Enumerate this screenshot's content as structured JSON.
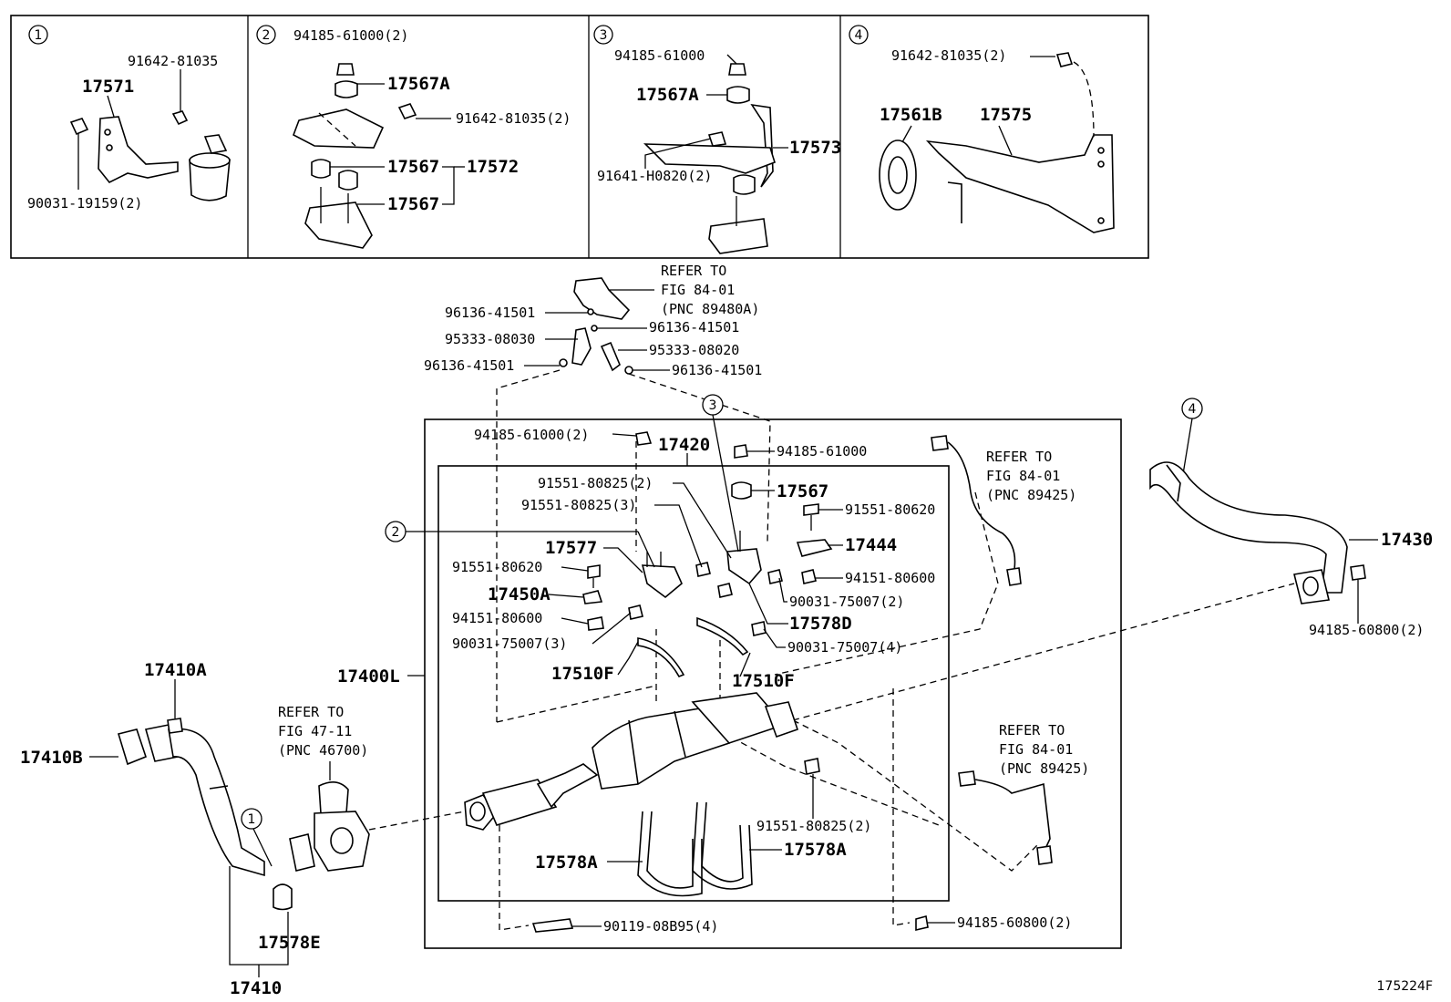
{
  "insets": {
    "n1": "1",
    "n2": "2",
    "n3": "3",
    "n4": "4"
  },
  "labels": {
    "i1_91642": "91642-81035",
    "i1_17571": "17571",
    "i1_90031": "90031-19159(2)",
    "i2_94185": "94185-61000(2)",
    "i2_17567A": "17567A",
    "i2_91642": "91642-81035(2)",
    "i2_17567a": "17567",
    "i2_17572": "17572",
    "i2_17567b": "17567",
    "i3_94185": "94185-61000",
    "i3_17567A": "17567A",
    "i3_17573": "17573",
    "i3_91641": "91641-H0820(2)",
    "i4_91642": "91642-81035(2)",
    "i4_17561B": "17561B",
    "i4_17575": "17575",
    "v_96136a": "96136-41501",
    "v_96136b": "96136-41501",
    "v_95333a": "95333-08030",
    "v_95333b": "95333-08020",
    "v_96136c": "96136-41501",
    "v_96136d": "96136-41501",
    "m_94185a": "94185-61000(2)",
    "m_17420": "17420",
    "m_94185b": "94185-61000",
    "m_91551a": "91551-80825(2)",
    "m_17567": "17567",
    "m_91551b": "91551-80825(3)",
    "m_91551c": "91551-80620",
    "m_17577": "17577",
    "m_17444": "17444",
    "m_91551d": "91551-80620",
    "m_94151a": "94151-80600",
    "m_17450A": "17450A",
    "m_90031a": "90031-75007(2)",
    "m_94151b": "94151-80600",
    "m_17578D": "17578D",
    "m_90031b": "90031-75007(3)",
    "m_90031c": "90031-75007(4)",
    "m_17510Fa": "17510F",
    "m_17510Fb": "17510F",
    "m_17400L": "17400L",
    "m_91551e": "91551-80825(2)",
    "m_17578Aa": "17578A",
    "m_17578Ab": "17578A",
    "m_90119": "90119-08B95(4)",
    "m_94185c": "94185-60800(2)",
    "p_17410A": "17410A",
    "p_17410B": "17410B",
    "p_17578E": "17578E",
    "p_17410": "17410",
    "t_17430": "17430",
    "t_94185": "94185-60800(2)",
    "fig_no": "175224F"
  },
  "refs": {
    "r1": [
      "REFER TO",
      "FIG 84-01",
      "(PNC 89480A)"
    ],
    "r2": [
      "REFER TO",
      "FIG 84-01",
      "(PNC 89425)"
    ],
    "r3": [
      "REFER TO",
      "FIG 47-11",
      "(PNC 46700)"
    ],
    "r4": [
      "REFER TO",
      "FIG 84-01",
      "(PNC 89425)"
    ]
  }
}
